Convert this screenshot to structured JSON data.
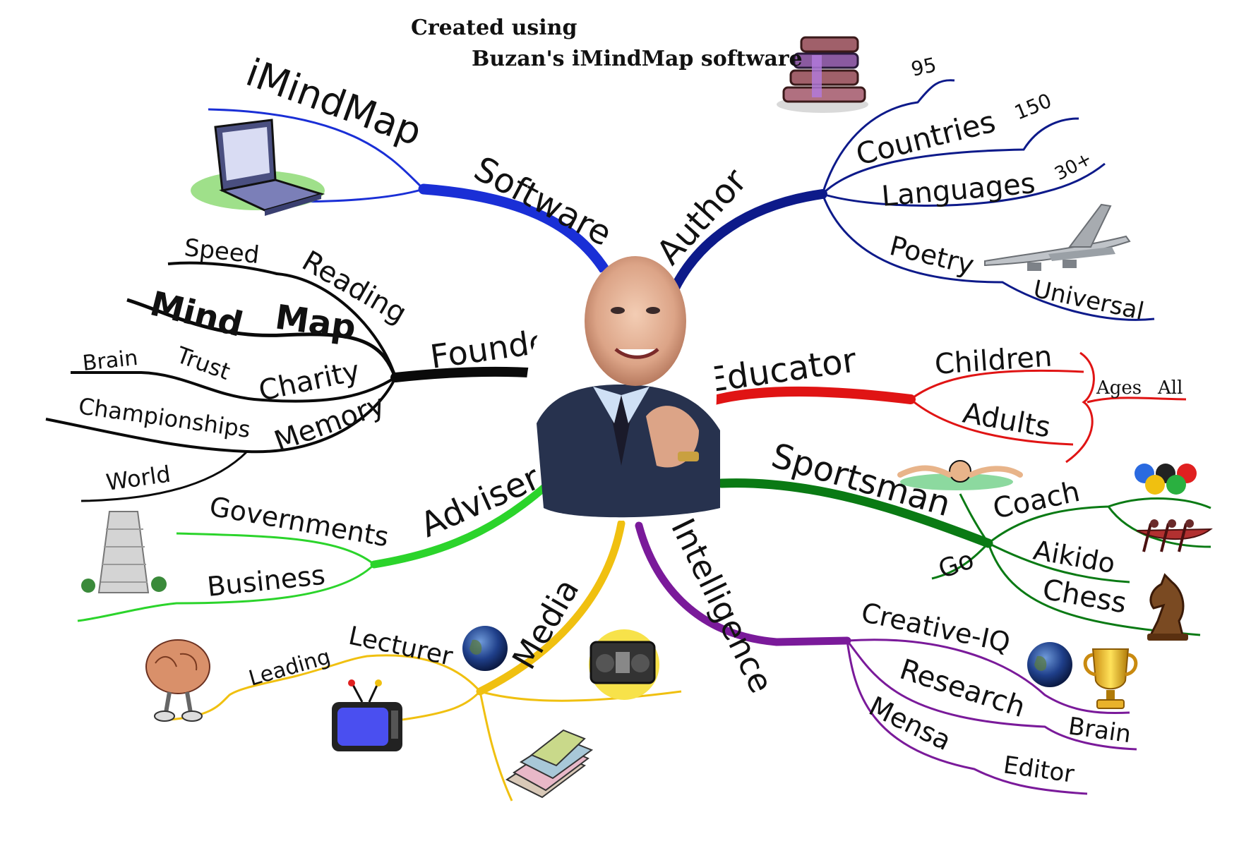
{
  "credit": {
    "line1": "Created using",
    "line2": "Buzan's iMindMap software"
  },
  "colors": {
    "software": "#1a2fd6",
    "author": "#0d1a8a",
    "founder": "#0a0a0a",
    "educator": "#e01414",
    "sportsman": "#0a7a14",
    "intelligence": "#7a1a9a",
    "media": "#f0c010",
    "adviser": "#2bd42b"
  },
  "branches": {
    "software": {
      "label": "Software",
      "sub": {
        "imindmap": "iMindMap"
      }
    },
    "author": {
      "label": "Author",
      "sub": {
        "n95": "95",
        "countries": "Countries",
        "n150": "150",
        "languages": "Languages",
        "n30": "30+",
        "poetry": "Poetry",
        "universal": "Universal"
      }
    },
    "founder": {
      "label": "Founder",
      "sub": {
        "speed": "Speed",
        "reading": "Reading",
        "mind": "Mind",
        "map": "Map",
        "brain": "Brain",
        "trust": "Trust",
        "charity": "Charity",
        "championships": "Championships",
        "memory": "Memory",
        "world": "World"
      }
    },
    "educator": {
      "label": "Educator",
      "sub": {
        "children": "Children",
        "adults": "Adults",
        "ages": "Ages",
        "all": "All"
      }
    },
    "sportsman": {
      "label": "Sportsman",
      "sub": {
        "coach": "Coach",
        "go": "Go",
        "aikido": "Aikido",
        "chess": "Chess"
      }
    },
    "intelligence": {
      "label": "Intelligence",
      "sub": {
        "creative": "Creative-IQ",
        "research": "Research",
        "brain": "Brain",
        "mensa": "Mensa",
        "editor": "Editor"
      }
    },
    "media": {
      "label": "Media",
      "sub": {
        "lecturer": "Lecturer",
        "leading": "Leading"
      }
    },
    "adviser": {
      "label": "Adviser",
      "sub": {
        "governments": "Governments",
        "business": "Business"
      }
    }
  },
  "icons": [
    "laptop-icon",
    "books-icon",
    "concorde-plane-icon",
    "portrait-photo",
    "swimmer-icon",
    "olympic-rings-icon",
    "rowing-boat-icon",
    "chess-knight-icon",
    "globe-icon",
    "trophy-icon",
    "radio-icon",
    "tv-icon",
    "newspapers-icon",
    "brain-character-icon",
    "skyscraper-icon"
  ]
}
